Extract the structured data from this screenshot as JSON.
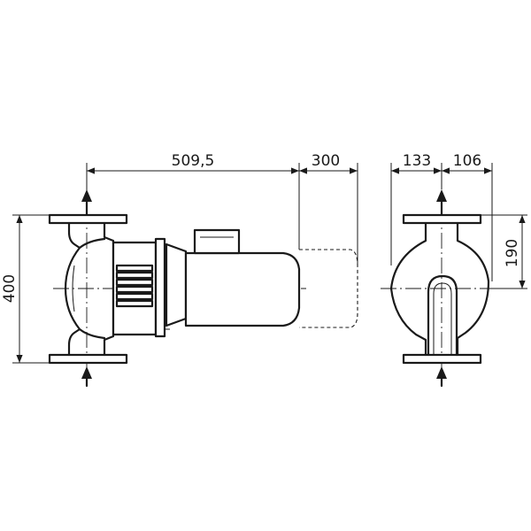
{
  "drawing": {
    "dimensions": {
      "length_to_motor": "509,5",
      "motor_clearance": "300",
      "flange_height": "400",
      "side_left": "133",
      "side_right": "106",
      "side_height": "190"
    }
  }
}
